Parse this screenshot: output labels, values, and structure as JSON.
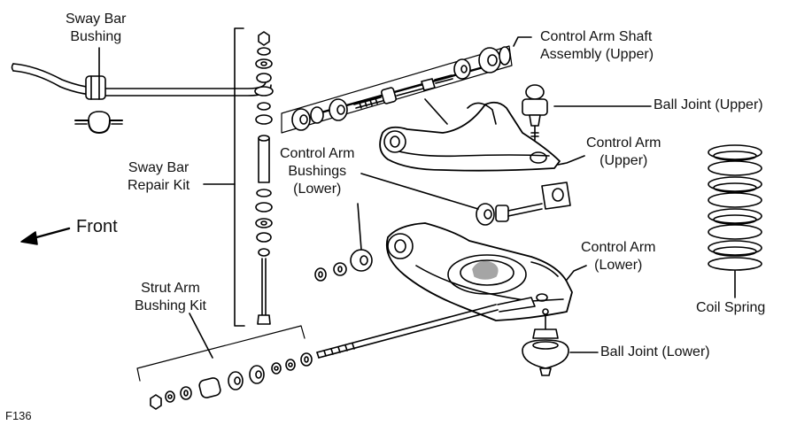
{
  "labels": {
    "sway_bar_bushing": [
      "Sway Bar",
      "Bushing"
    ],
    "sway_bar_repair_kit": [
      "Sway Bar",
      "Repair Kit"
    ],
    "front": "Front",
    "strut_arm_bushing_kit": [
      "Strut Arm",
      "Bushing Kit"
    ],
    "control_arm_bushings_lower": [
      "Control Arm",
      "Bushings",
      "(Lower)"
    ],
    "control_arm_shaft_upper": [
      "Control Arm Shaft",
      "Assembly (Upper)"
    ],
    "ball_joint_upper": "Ball Joint (Upper)",
    "control_arm_upper": [
      "Control Arm",
      "(Upper)"
    ],
    "control_arm_lower": [
      "Control Arm",
      "(Lower)"
    ],
    "coil_spring": "Coil Spring",
    "ball_joint_lower": "Ball Joint (Lower)",
    "figure_id": "F136"
  }
}
